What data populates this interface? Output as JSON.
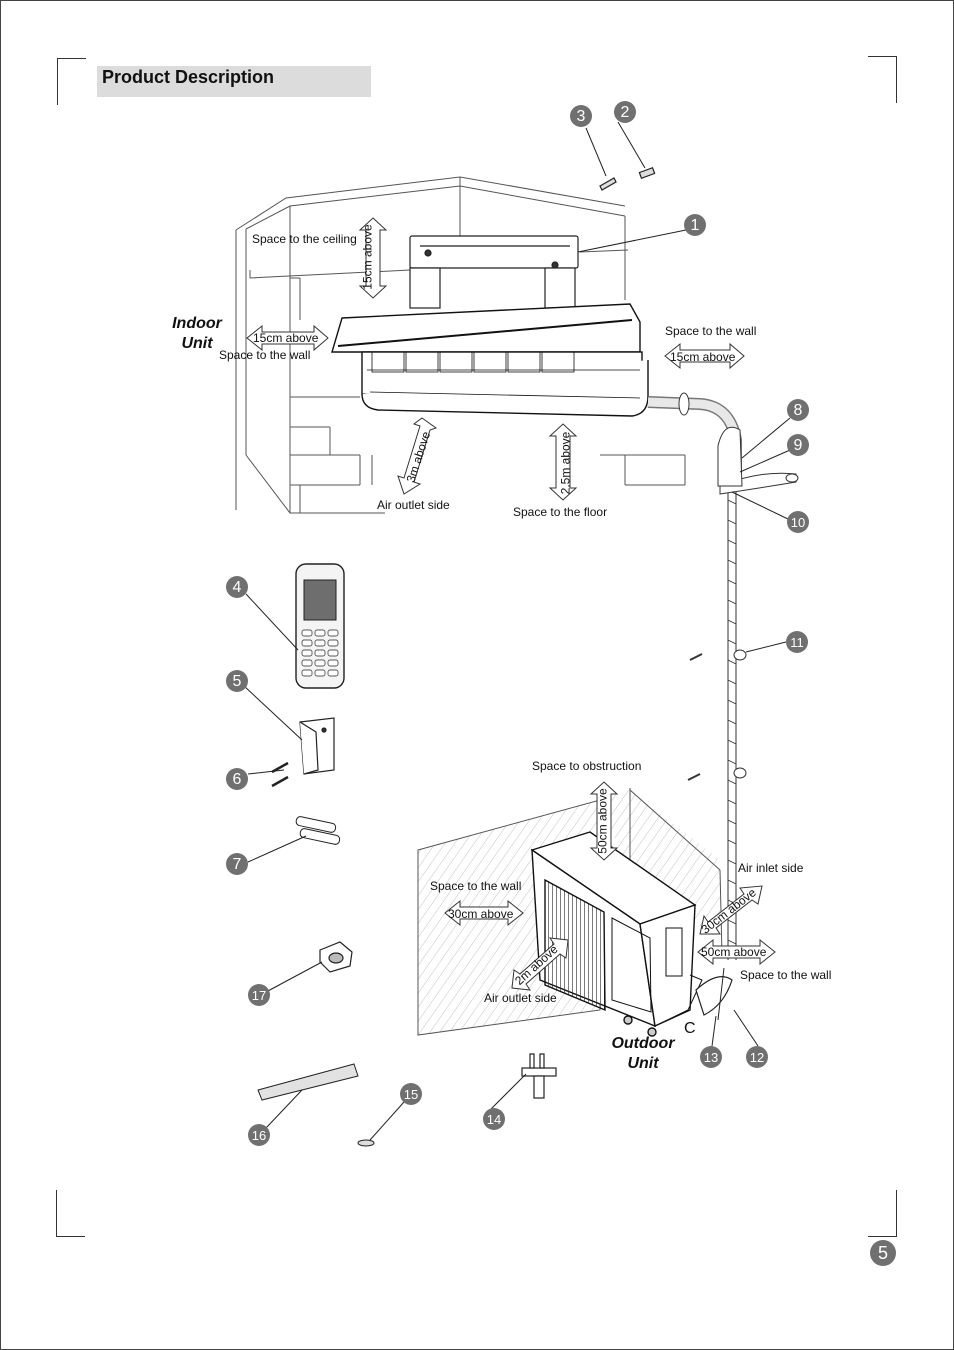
{
  "header": {
    "title": "Product Description"
  },
  "page_number": "5",
  "indoor": {
    "unit_label_line1": "Indoor",
    "unit_label_line2": "Unit",
    "space_to_ceiling": "Space to the ceiling",
    "ceiling_clearance": "15cm above",
    "left_clearance": "15cm above",
    "left_wall": "Space to the wall",
    "right_wall": "Space to the wall",
    "right_clearance": "15cm above",
    "outlet_clearance": "3m above",
    "outlet_side": "Air outlet side",
    "floor_clearance": "2.5m above",
    "space_to_floor": "Space to the floor"
  },
  "outdoor": {
    "unit_label_line1": "Outdoor",
    "unit_label_line2": "Unit",
    "space_to_obstruction": "Space to obstruction",
    "top_clearance": "50cm above",
    "left_wall": "Space to the wall",
    "left_clearance": "30cm above",
    "front_clearance": "2m above",
    "outlet_side": "Air outlet side",
    "inlet_side": "Air inlet side",
    "rear_clearance": "30cm above",
    "right_clearance": "50cm above",
    "right_wall": "Space to the wall",
    "panel_letter": "C"
  },
  "callouts": [
    "1",
    "2",
    "3",
    "4",
    "5",
    "6",
    "7",
    "8",
    "9",
    "10",
    "11",
    "12",
    "13",
    "14",
    "15",
    "16",
    "17"
  ]
}
